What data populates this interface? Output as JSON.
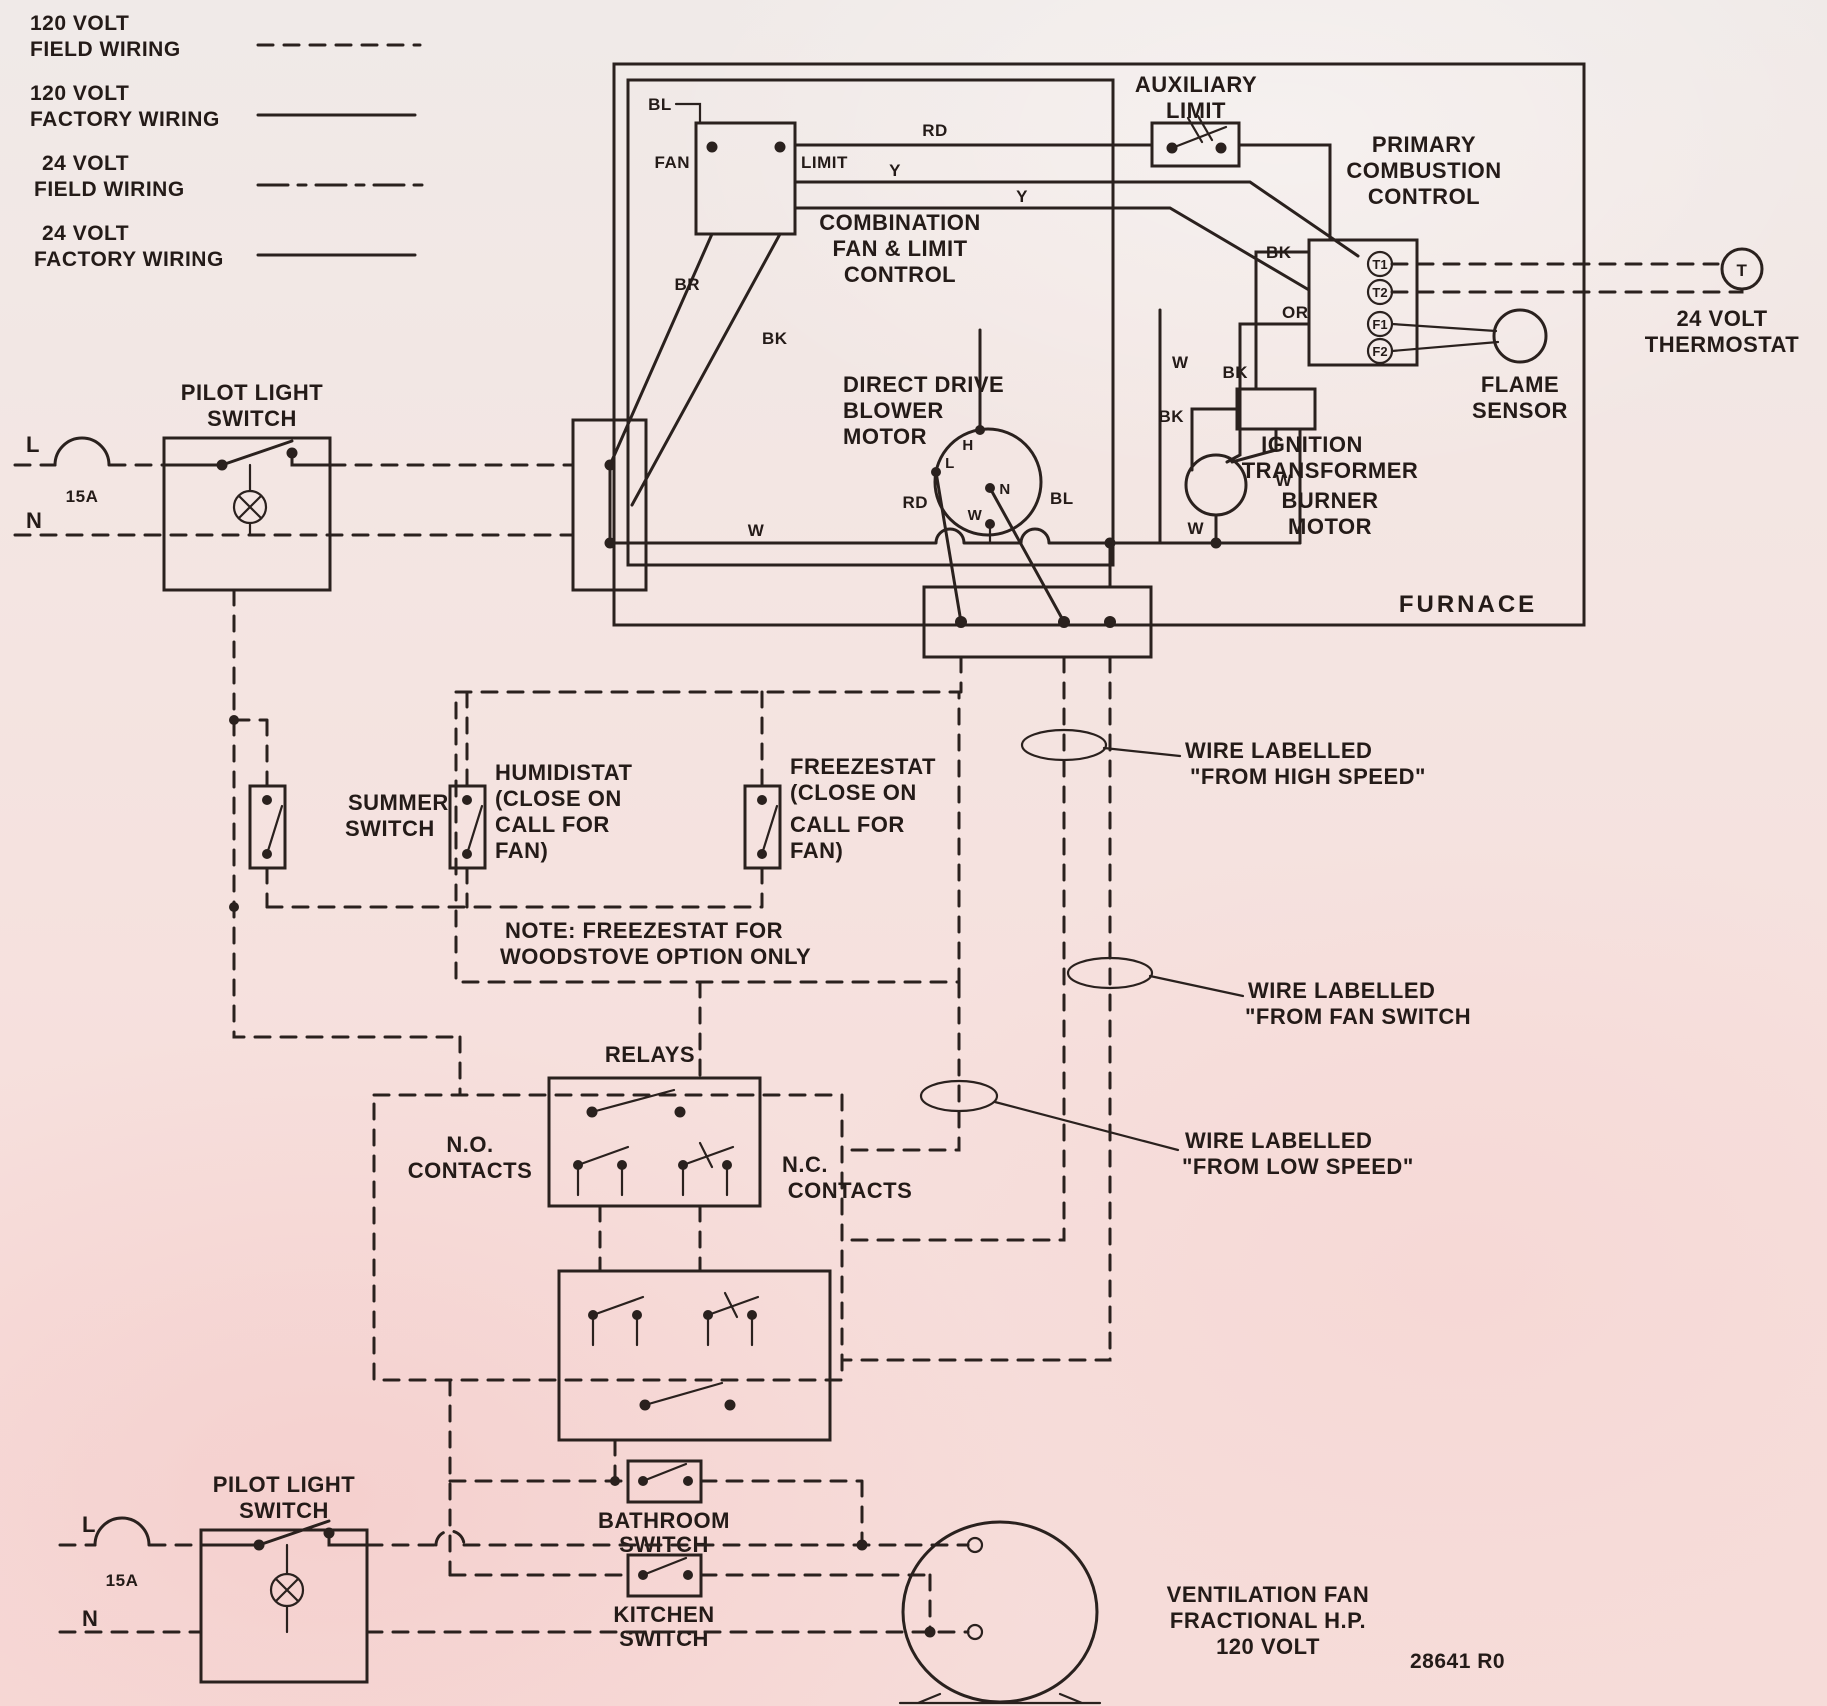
{
  "colors": {
    "background": "#f5e2df",
    "ink": "#2a211e"
  },
  "legend": {
    "rows": [
      {
        "volt": "120 VOLT",
        "kind": "FIELD WIRING"
      },
      {
        "volt": "120 VOLT",
        "kind": "FACTORY WIRING"
      },
      {
        "volt": "24 VOLT",
        "kind": "FIELD WIRING"
      },
      {
        "volt": "24 VOLT",
        "kind": "FACTORY WIRING"
      }
    ]
  },
  "pilot_switch_top": {
    "title1": "PILOT LIGHT",
    "title2": "SWITCH",
    "line": "L",
    "fuse": "15A",
    "neutral": "N"
  },
  "pilot_switch_bottom": {
    "title1": "PILOT LIGHT",
    "title2": "SWITCH",
    "line": "L",
    "fuse": "15A",
    "neutral": "N"
  },
  "furnace": {
    "label": "FURNACE",
    "combination_control": {
      "title1": "COMBINATION",
      "title2": "FAN & LIMIT",
      "title3": "CONTROL",
      "fan": "FAN",
      "limit": "LIMIT"
    },
    "auxiliary_limit": {
      "title1": "AUXILIARY",
      "title2": "LIMIT"
    },
    "primary_control": {
      "title1": "PRIMARY",
      "title2": "COMBUSTION",
      "title3": "CONTROL",
      "t1": "T1",
      "t2": "T2",
      "f1": "F1",
      "f2": "F2"
    },
    "flame_sensor": {
      "title1": "FLAME",
      "title2": "SENSOR"
    },
    "ignition_transformer": {
      "title1": "IGNITION",
      "title2": "TRANSFORMER"
    },
    "burner_motor": {
      "title1": "BURNER",
      "title2": "MOTOR"
    },
    "blower_motor": {
      "title1": "DIRECT DRIVE",
      "title2": "BLOWER",
      "title3": "MOTOR",
      "h": "H",
      "l": "L",
      "n": "N",
      "w": "W"
    }
  },
  "thermostat": {
    "symbol": "T",
    "title1": "24 VOLT",
    "title2": "THERMOSTAT"
  },
  "wire_labels": {
    "bl_top": "BL",
    "rd_top": "RD",
    "y1": "Y",
    "y2": "Y",
    "br": "BR",
    "bk_left": "BK",
    "bk_r1": "BK",
    "or": "OR",
    "w_mid": "W",
    "bk_r2": "BK",
    "bk_r3": "BK",
    "w_burner_top": "W",
    "w_burner_bottom": "W",
    "rd_blower": "RD",
    "bl_blower": "BL",
    "w_main": "W"
  },
  "summer_switch": {
    "title1": "SUMMER",
    "title2": "SWITCH"
  },
  "humidistat": {
    "title1": "HUMIDISTAT",
    "title2": "(CLOSE ON",
    "title3": "CALL FOR",
    "title4": "FAN)"
  },
  "freezestat": {
    "title1": "FREEZESTAT",
    "title2": "(CLOSE ON",
    "title3": "CALL FOR",
    "title4": "FAN)"
  },
  "note": {
    "line1": "NOTE: FREEZESTAT FOR",
    "line2": "WOODSTOVE OPTION ONLY"
  },
  "callouts": [
    {
      "line1": "WIRE LABELLED",
      "line2": "\"FROM HIGH SPEED\""
    },
    {
      "line1": "WIRE LABELLED",
      "line2": "\"FROM FAN SWITCH"
    },
    {
      "line1": "WIRE LABELLED",
      "line2": "\"FROM LOW SPEED\""
    }
  ],
  "relays": {
    "title": "RELAYS",
    "no1": "N.O.",
    "no2": "CONTACTS",
    "nc1": "N.C.",
    "nc2": "CONTACTS"
  },
  "bathroom_switch": {
    "title1": "BATHROOM",
    "title2": "SWITCH"
  },
  "kitchen_switch": {
    "title1": "KITCHEN",
    "title2": "SWITCH"
  },
  "ventilation_fan": {
    "title1": "VENTILATION FAN",
    "title2": "FRACTIONAL H.P.",
    "title3": "120 VOLT"
  },
  "doc_number": "28641 R0"
}
